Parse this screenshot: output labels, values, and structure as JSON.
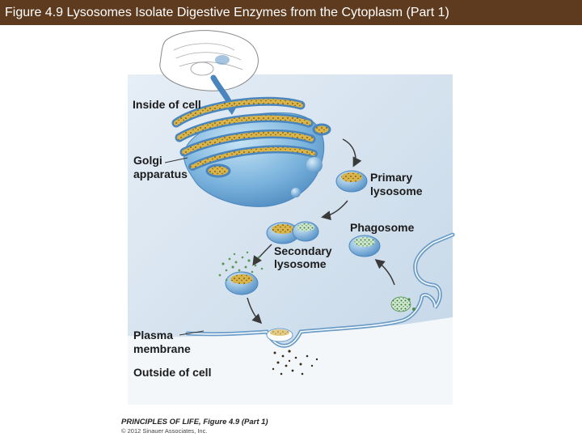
{
  "header": {
    "title": "Figure 4.9  Lysosomes Isolate Digestive Enzymes from the Cytoplasm (Part 1)"
  },
  "labels": {
    "inside_of_cell": "Inside of cell",
    "golgi_line1": "Golgi",
    "golgi_line2": "apparatus",
    "primary_line1": "Primary",
    "primary_line2": "lysosome",
    "phagosome": "Phagosome",
    "secondary_line1": "Secondary",
    "secondary_line2": "lysosome",
    "plasma_line1": "Plasma",
    "plasma_line2": "membrane",
    "outside_of_cell": "Outside of cell"
  },
  "credit": {
    "line1": "PRINCIPLES OF LIFE, Figure 4.9 (Part 1)",
    "line2": "© 2012 Sinauer Associates, Inc."
  },
  "colors": {
    "title_bar": "#5e3a1e",
    "cytoplasm": "#cfe0ee",
    "membrane_blue": "#6b9dc9",
    "enzyme_yellow": "#d8b44a",
    "particle_green": "#4f8a4a",
    "arrow": "#3a3a3a",
    "leader_line": "#333333"
  }
}
